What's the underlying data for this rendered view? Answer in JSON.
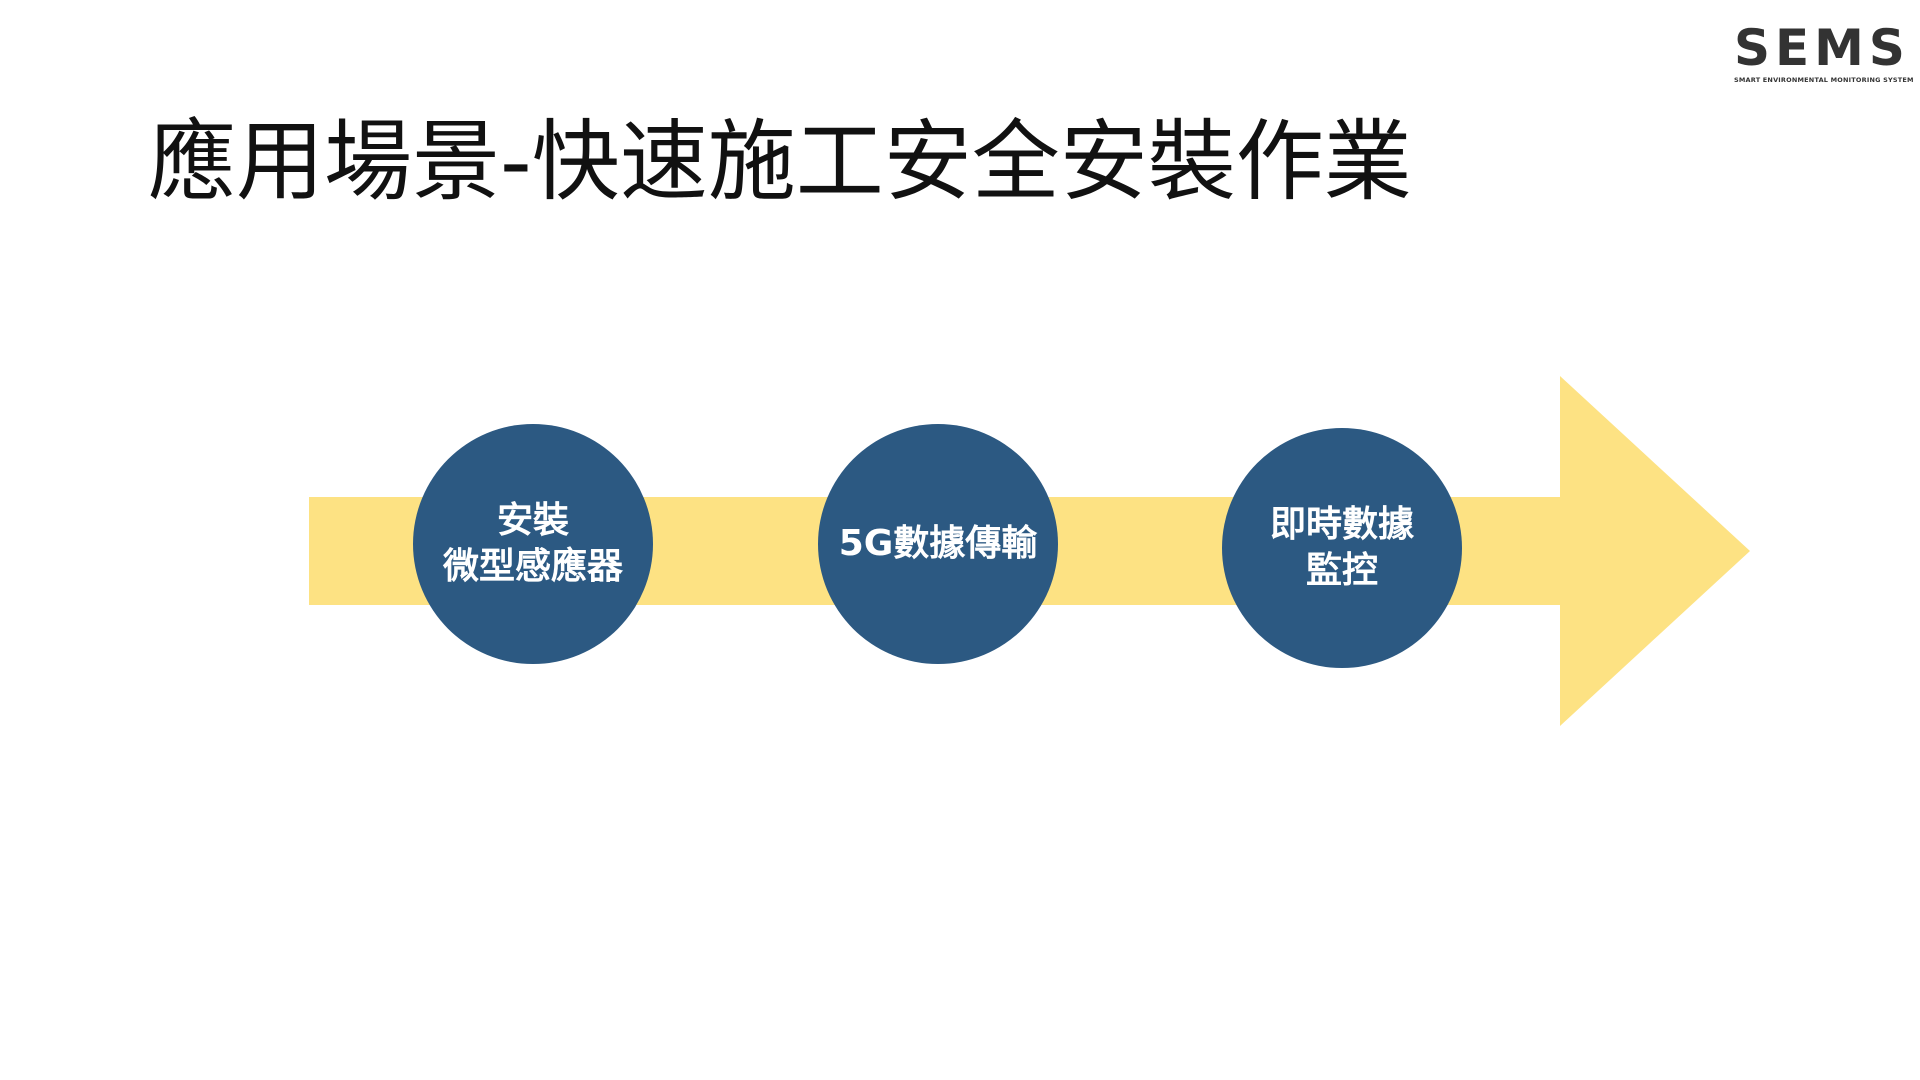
{
  "logo": {
    "name": "SEMS",
    "tagline": "SMART ENVIRONMENTAL MONITORING SYSTEM"
  },
  "title": "應用場景-快速施工安全安裝作業",
  "colors": {
    "arrow": "#fde283",
    "circle": "#2c5982",
    "circle_text": "#ffffff",
    "title": "#111111",
    "logo": "#333333"
  },
  "diagram": {
    "steps": [
      {
        "label": "安裝\n微型感應器"
      },
      {
        "label": "5G數據傳輸"
      },
      {
        "label": "即時數據\n監控"
      }
    ]
  }
}
